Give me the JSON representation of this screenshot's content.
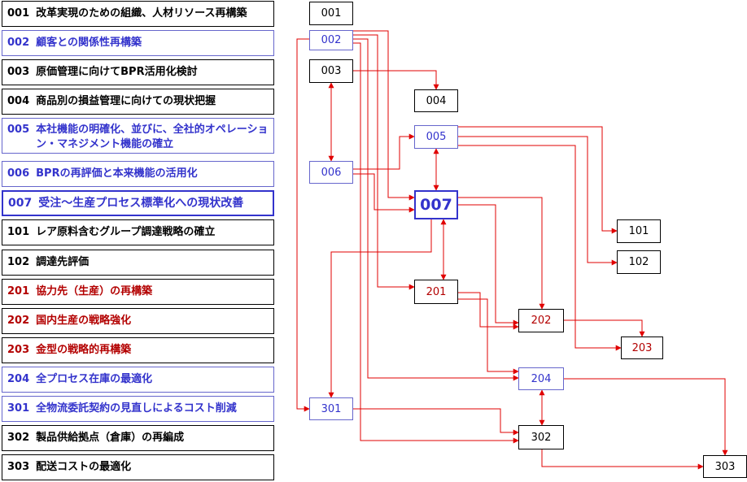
{
  "list": [
    {
      "code": "001",
      "text": "改革実現のための組織、人材リソース再構築"
    },
    {
      "code": "002",
      "text": "顧客との関係性再構築"
    },
    {
      "code": "003",
      "text": "原価管理に向けてBPR活用化検討"
    },
    {
      "code": "004",
      "text": "商品別の損益管理に向けての現状把握"
    },
    {
      "code": "005",
      "text": "本社機能の明確化、並びに、全社的オペレーション・マネジメント機能の確立"
    },
    {
      "code": "006",
      "text": "BPRの再評価と本来機能の活用化"
    },
    {
      "code": "007",
      "text": "受注～生産プロセス標準化への現状改善"
    },
    {
      "code": "101",
      "text": "レア原料含むグループ調達戦略の確立"
    },
    {
      "code": "102",
      "text": "調達先評価"
    },
    {
      "code": "201",
      "text": "協力先（生産）の再構築"
    },
    {
      "code": "202",
      "text": "国内生産の戦略強化"
    },
    {
      "code": "203",
      "text": "金型の戦略的再構築"
    },
    {
      "code": "204",
      "text": "全プロセス在庫の最適化"
    },
    {
      "code": "301",
      "text": "全物流委託契約の見直しによるコスト削減"
    },
    {
      "code": "302",
      "text": "製品供給拠点（倉庫）の再編成"
    },
    {
      "code": "303",
      "text": "配送コストの最適化"
    }
  ],
  "nodes": {
    "n001": "001",
    "n002": "002",
    "n003": "003",
    "n004": "004",
    "n005": "005",
    "n006": "006",
    "n007": "007",
    "n101": "101",
    "n102": "102",
    "n201": "201",
    "n202": "202",
    "n203": "203",
    "n204": "204",
    "n301": "301",
    "n302": "302",
    "n303": "303"
  },
  "colors": {
    "black": "#000000",
    "blue": "#3333cc",
    "red": "#b30000",
    "arrow": "#e00000"
  }
}
